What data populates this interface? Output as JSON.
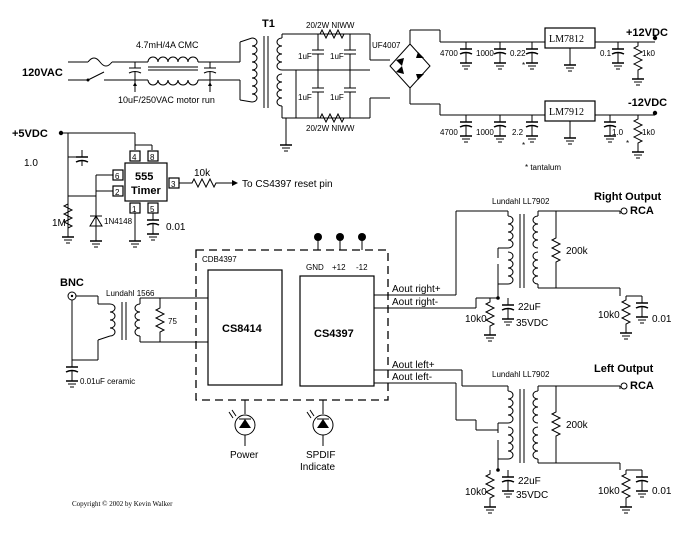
{
  "power": {
    "ac_input": "120VAC",
    "cmc": "4.7mH/4A CMC",
    "motor_cap": "10uF/250VAC motor run",
    "transformer": "T1",
    "res_top": "20/2W NIWW",
    "res_bot": "20/2W NIWW",
    "cap_a": "1uF",
    "cap_b": "1uF",
    "cap_c": "1uF",
    "cap_d": "1uF",
    "rectifier": "UF4007",
    "pos": {
      "c1": "4700",
      "c2": "1000",
      "c3": "0.22",
      "reg": "LM7812",
      "c4": "0.1",
      "r": "1k0",
      "out": "+12VDC",
      "star": "*"
    },
    "neg": {
      "c1": "4700",
      "c2": "1000",
      "c3": "2.2",
      "reg": "LM7912",
      "c4": "1.0",
      "r": "1k0",
      "out": "-12VDC",
      "star1": "*",
      "star2": "*"
    },
    "tantalum_note": "* tantalum"
  },
  "timer": {
    "supply": "+5VDC",
    "cap1": "1.0",
    "chip": "555",
    "chip2": "Timer",
    "pins": [
      "4",
      "8",
      "6",
      "2",
      "3",
      "1",
      "5"
    ],
    "resistor": "10k",
    "target": "To CS4397 reset pin",
    "r1": "1M",
    "diode": "1N4148",
    "cap2": "0.01"
  },
  "digital": {
    "bnc": "BNC",
    "input_xfmr": "Lundahl 1566",
    "term": "75",
    "cap": "0.01uF ceramic",
    "board": "CDB4397",
    "receiver": "CS8414",
    "dac": "CS4397",
    "gnd": "GND",
    "plus12": "+12",
    "minus12": "-12",
    "led1": "Power",
    "led2_line1": "SPDIF",
    "led2_line2": "Indicate"
  },
  "outputs": {
    "right_title": "Right Output",
    "left_title": "Left Output",
    "rca_r": "RCA",
    "rca_l": "RCA",
    "xfmr_r": "Lundahl LL7902",
    "xfmr_l": "Lundahl LL7902",
    "aout_rp": "Aout right+",
    "aout_rm": "Aout right-",
    "aout_lp": "Aout left+",
    "aout_lm": "Aout left-",
    "r200_r": "200k",
    "r200_l": "200k",
    "cap22_r": "22uF",
    "v35_r": "35VDC",
    "cap22_l": "22uF",
    "v35_l": "35VDC",
    "r10_r1": "10k0",
    "r10_r2": "10k0",
    "r10_l1": "10k0",
    "r10_l2": "10k0",
    "c001_r": "0.01",
    "c001_l": "0.01"
  },
  "copyright": "Copyright © 2002 by Kevin Walker"
}
